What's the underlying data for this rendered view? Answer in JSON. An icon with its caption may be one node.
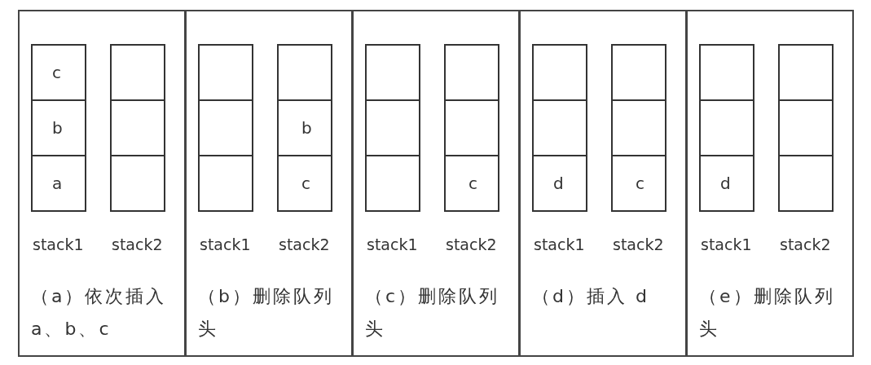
{
  "diagram": {
    "nodes": [
      {
        "text": [
          "（a）依次插入 a、b、c"
        ]
      },
      {
        "text": [
          "c"
        ],
        "in": 0
      },
      {
        "text": [
          "b"
        ],
        "in": 0
      },
      {
        "text": [
          "a"
        ],
        "in": 0
      },
      {
        "text": [],
        "shape": "box",
        "in": 0
      },
      {
        "text": [],
        "shape": "box",
        "in": 0
      },
      {
        "text": [],
        "shape": "box",
        "in": 0
      },
      {
        "text": [
          "（b）删除队列头"
        ]
      },
      {
        "text": [],
        "shape": "box",
        "in": 7
      },
      {
        "text": [],
        "shape": "box",
        "in": 7
      },
      {
        "text": [],
        "shape": "box",
        "in": 7
      },
      {
        "text": [],
        "shape": "box",
        "in": 7
      },
      {
        "text": [
          "b"
        ],
        "in": 7
      },
      {
        "text": [
          "c"
        ],
        "in": 7
      },
      {
        "text": [
          "（c）删除队列头"
        ]
      },
      {
        "text": [],
        "shape": "box",
        "in": 14
      },
      {
        "text": [],
        "shape": "box",
        "in": 14
      },
      {
        "text": [],
        "shape": "box",
        "in": 14
      },
      {
        "text": [],
        "shape": "box",
        "in": 14
      },
      {
        "text": [],
        "shape": "box",
        "in": 14
      },
      {
        "text": [
          "c"
        ],
        "in": 14
      },
      {
        "text": [
          "（d）插入 d"
        ]
      },
      {
        "text": [],
        "shape": "box",
        "in": 21
      },
      {
        "text": [],
        "shape": "box",
        "in": 21
      },
      {
        "text": [
          "d"
        ],
        "in": 21
      },
      {
        "text": [],
        "shape": "box",
        "in": 21
      },
      {
        "text": [],
        "shape": "box",
        "in": 21
      },
      {
        "text": [
          "c"
        ],
        "in": 21
      },
      {
        "text": [
          "（e）删除队列头"
        ]
      },
      {
        "text": [],
        "shape": "box",
        "in": 28
      },
      {
        "text": [],
        "shape": "box",
        "in": 28
      },
      {
        "text": [
          "d"
        ],
        "in": 28
      },
      {
        "text": [],
        "shape": "box",
        "in": 28
      },
      {
        "text": [],
        "shape": "box",
        "in": 28
      },
      {
        "text": [],
        "shape": "box",
        "in": 28
      }
    ],
    "labels": [
      "stack1",
      "stack2",
      "stack1",
      "stack2",
      "stack1",
      "stack2",
      "stack1",
      "stack2",
      "stack1",
      "stack2"
    ]
  }
}
